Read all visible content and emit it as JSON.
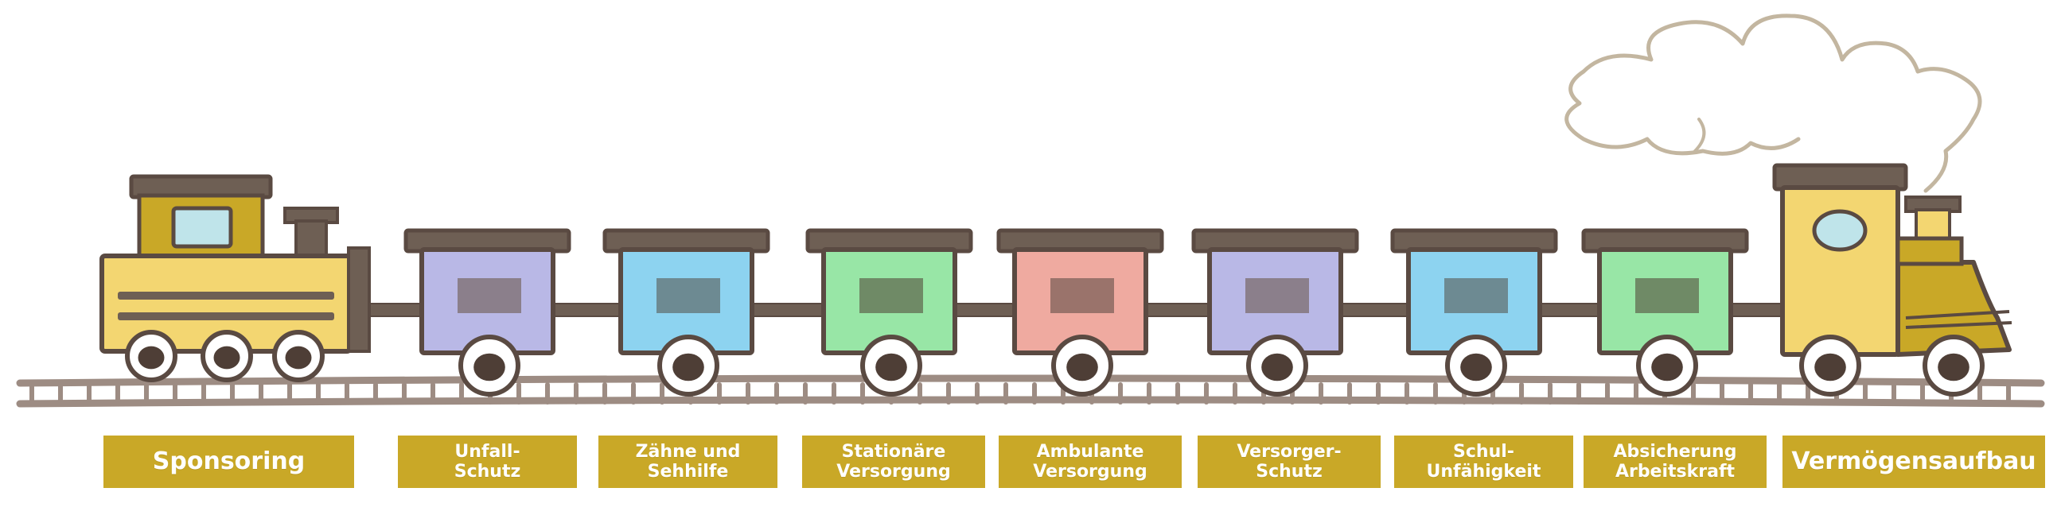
{
  "colors": {
    "outline": "#5a4a42",
    "label_bg": "#c9a827",
    "label_text": "#ffffff",
    "roof": "#6e5f54",
    "track": "#9d8c83",
    "smoke": "#c3b6a0",
    "engine_yellow": "#f3d671",
    "engine_dark": "#c9a827",
    "window": "#bfe4ea"
  },
  "wagons": [
    {
      "color": "#b9b8e6",
      "window": "#8b7f8b"
    },
    {
      "color": "#8dd3f0",
      "window": "#6d8a92"
    },
    {
      "color": "#98e6a6",
      "window": "#6f8a66"
    },
    {
      "color": "#efaaa0",
      "window": "#9a736b"
    },
    {
      "color": "#b9b8e6",
      "window": "#8b7f8b"
    },
    {
      "color": "#8dd3f0",
      "window": "#6d8a92"
    },
    {
      "color": "#98e6a6",
      "window": "#6f8a66"
    }
  ],
  "labels": [
    {
      "text": "Sponsoring",
      "size": "big"
    },
    {
      "text": "Unfall-\nSchutz",
      "size": "small"
    },
    {
      "text": "Zähne und\nSehhilfe",
      "size": "small"
    },
    {
      "text": "Stationäre\nVersorgung",
      "size": "small"
    },
    {
      "text": "Ambulante\nVersorgung",
      "size": "small"
    },
    {
      "text": "Versorger-\nSchutz",
      "size": "small"
    },
    {
      "text": "Schul-\nUnfähigkeit",
      "size": "small"
    },
    {
      "text": "Absicherung\nArbeitskraft",
      "size": "small"
    },
    {
      "text": "Vermögensaufbau",
      "size": "big"
    }
  ]
}
